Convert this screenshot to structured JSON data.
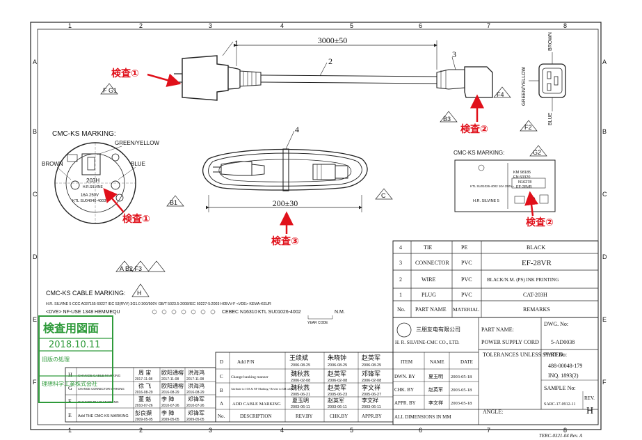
{
  "frame": {
    "col_numbers": [
      "1",
      "2",
      "3",
      "4",
      "5",
      "6",
      "7",
      "8"
    ],
    "row_letters": [
      "A",
      "B",
      "C",
      "D",
      "E",
      "F"
    ]
  },
  "dimensions": {
    "cord_length": "3000±50",
    "bundle_length": "200±30"
  },
  "callouts": {
    "c1": "1",
    "c2": "2",
    "c3": "3",
    "c4": "4"
  },
  "inspection_marks": {
    "plug_top": "検査①",
    "connector_top": "検査②",
    "plug_marking": "検査①",
    "connector_marking": "検査②",
    "cable_bundle": "検査③"
  },
  "revision_flags": {
    "f_g1": "F G1",
    "b3": "B3",
    "f4": "F4",
    "f2": "F2",
    "g2": "G2",
    "b1": "B1",
    "c": "C",
    "a_b2_f3": "A B2 F3",
    "h": "H"
  },
  "plug_marking": {
    "title": "CMC-KS MARKING:",
    "green_yellow": "GREEN/YELLOW",
    "brown": "BROWN",
    "blue": "BLUE",
    "model": "203H",
    "maker": "H.R.SILVINE",
    "rating": "16A 250V",
    "ktl": "KTL SU04040-4003"
  },
  "connector_marking": {
    "title": "CMC-KS MARKING:",
    "km": "KM 98185",
    "en": "EN 60320",
    "n": "N16278",
    "model": "EF-28VR",
    "left_text": "KTL SU01026-4002 10A 250V~",
    "maker": "H.R. SILVINE 5"
  },
  "wiring_labels": {
    "brown": "BROWN",
    "green_yellow": "GREEN/YELLOW",
    "blue": "BLUE"
  },
  "cable_marking": {
    "title": "CMC-KS CABLE MARKING:",
    "line1": "H.R. SILVINE 5 CCC A037155 60227 IEC 53(RVV) 3G1.0 300/500V GB/T 5023.5-2008/IEC 60227-5:2003 H05VV-F <VDE> KEMA-KEUR",
    "line2a": "<DVE> NF-USE 1348 HEMMEQU",
    "line2b": "CEBEC N16310",
    "line2c": "KTL SU01026-4002",
    "line2d": "N.M.",
    "year_code": "YEAR CODE"
  },
  "stamp": {
    "title": "検査用図面",
    "date": "2018.10.11",
    "note1": "旧版の処理",
    "note2": "理想科学工業株式会社"
  },
  "parts_table": {
    "rows": [
      {
        "no": "4",
        "name": "TIE",
        "material": "PE",
        "remarks": "BLACK"
      },
      {
        "no": "3",
        "name": "CONNECTOR",
        "material": "PVC",
        "remarks": "EF-28VR"
      },
      {
        "no": "2",
        "name": "WIRE",
        "material": "PVC",
        "remarks": "BLACK/N.M. (PS) INK PRINTING"
      },
      {
        "no": "1",
        "name": "PLUG",
        "material": "PVC",
        "remarks": "CAT-203H"
      }
    ],
    "header": {
      "no": "No.",
      "name": "PART NAME",
      "material": "MATERIAL",
      "remarks": "REMARKS"
    }
  },
  "revision_table": {
    "rows": [
      {
        "mark": "D",
        "desc": "Add P/N",
        "rev": "王续斌",
        "rev_date": "2006-08-25",
        "chk": "朱晓钟",
        "chk_date": "2006-08-25",
        "appr": "赵英军",
        "appr_date": "2006-08-25"
      },
      {
        "mark": "C",
        "desc": "Change banking manner",
        "rev": "魏秋燕",
        "rev_date": "2006-02-08",
        "chk": "赵英军",
        "chk_date": "2006-02-08",
        "appr": "邓锋军",
        "appr_date": "2006-02-08"
      },
      {
        "mark": "B",
        "desc": "Attribute to 10A & NF Marking / Revise to GB cable",
        "rev": "魏秋燕",
        "rev_date": "2005-06-21",
        "chk": "赵英军",
        "chk_date": "2005-06-23",
        "appr": "李文祥",
        "appr_date": "2005-06-27"
      },
      {
        "mark": "A",
        "desc": "ADD CABLE MARKING",
        "rev": "夏玉明",
        "rev_date": "2003-06-11",
        "chk": "赵英军",
        "chk_date": "2003-06-11",
        "appr": "李文祥",
        "appr_date": "2003-06-11"
      }
    ],
    "header": {
      "no": "No.",
      "desc": "DESCRIPTION",
      "rev": "REV.BY",
      "chk": "CHK.BY",
      "appr": "APPR.BY"
    }
  },
  "left_revision_table": {
    "rows": [
      {
        "mark": "H",
        "desc": "CHANGE CABLE MARKING",
        "rev": "周 宙",
        "rev_date": "2017-11-08",
        "chk": "欧阳通榕",
        "chk_date": "2017-11-08",
        "appr": "洪海鸿",
        "appr_date": "2017-11-08"
      },
      {
        "mark": "G",
        "desc": "CHANGE CONNECTOR MARKING",
        "rev": "徐 飞",
        "rev_date": "2016-08-29",
        "chk": "欧阳通榕",
        "chk_date": "2016-08-29",
        "appr": "洪海鸿",
        "appr_date": "2016-08-29"
      },
      {
        "mark": "F",
        "desc": "CHANGE PLUG MARKING",
        "rev": "董 魁",
        "rev_date": "2010-07-26",
        "chk": "李 陣",
        "chk_date": "2010-07-26",
        "appr": "邓锋军",
        "appr_date": "2010-07-26"
      },
      {
        "mark": "E",
        "desc": "Add THE CMC-KS MARKING",
        "rev": "彭良擷",
        "rev_date": "2009-05-05",
        "chk": "李 陣",
        "chk_date": "2009-05-05",
        "appr": "邓锋军",
        "appr_date": "2009-05-05"
      }
    ]
  },
  "title_block": {
    "company_cn": "三朋友电有限公司",
    "company_en": "H. R. SILVINE-CMC CO., LTD.",
    "part_name_label": "PART NAME:",
    "part_name": "POWER SUPPLY CORD",
    "dwg_no_label": "DWG. No:",
    "dwg_no": "5-AD0038",
    "tolerances": "TOLERANCES UNLESS STATED:",
    "part_no_label": "PART No:",
    "part_no": "488-00048-179",
    "inq": "INQ. 1893(2)",
    "sample_no_label": "SAMPLE No:",
    "sample_no": "SARC-17-0912-11",
    "rev_label": "REV.",
    "rev": "H",
    "angle": "ANGLE:",
    "item": "ITEM",
    "name": "NAME",
    "date": "DATE",
    "dwn": "DWN. BY",
    "dwn_name": "夏玉明",
    "dwn_date": "2003-05-18",
    "chk": "CHK. BY",
    "chk_name": "赵英军",
    "chk_date": "2003-05-18",
    "appr": "APPR. BY",
    "appr_name": "李文祥",
    "appr_date": "2003-05-18",
    "all_dims": "ALL DIMENSIONS IN MM",
    "form_no": "TERC-0321-04 Rev. A"
  }
}
